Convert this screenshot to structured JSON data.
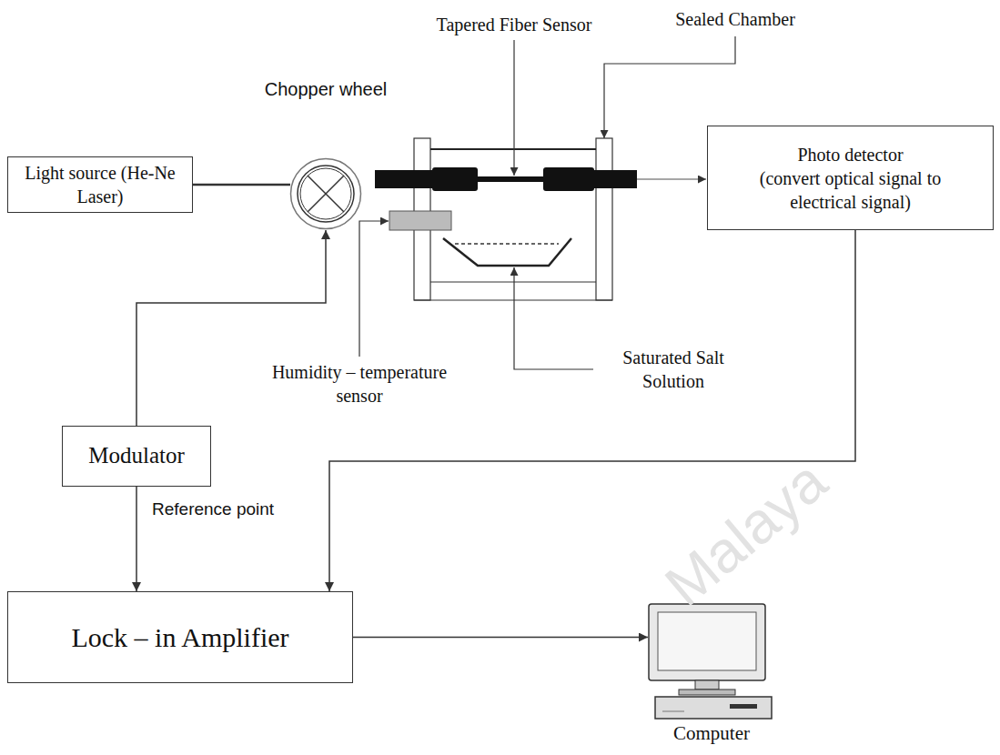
{
  "diagram": {
    "nodes": [
      {
        "text": [
          "Light source (He-Ne Laser)"
        ]
      },
      {
        "text": [
          "Chopper wheel"
        ]
      },
      {
        "text": [
          "Photo detector",
          "(convert optical signal to electrical signal)"
        ]
      },
      {
        "text": [
          "Modulator"
        ]
      },
      {
        "text": [
          "Lock – in Amplifier"
        ]
      },
      {
        "text": [
          "Computer"
        ]
      }
    ],
    "edges": [
      {
        "from": 0,
        "to": 1,
        "arrow": "none"
      },
      {
        "from": 3,
        "to": 1,
        "arrow": "to"
      },
      {
        "from": 3,
        "to": 4,
        "label": "Reference point",
        "arrow": "to"
      },
      {
        "from": 2,
        "to": 4,
        "arrow": "to"
      },
      {
        "from": 4,
        "to": 5,
        "arrow": "to"
      }
    ],
    "labels": [
      "Tapered Fiber Sensor",
      "Sealed Chamber",
      "Humidity – temperature sensor",
      "Saturated Salt Solution",
      "Malaya"
    ]
  }
}
